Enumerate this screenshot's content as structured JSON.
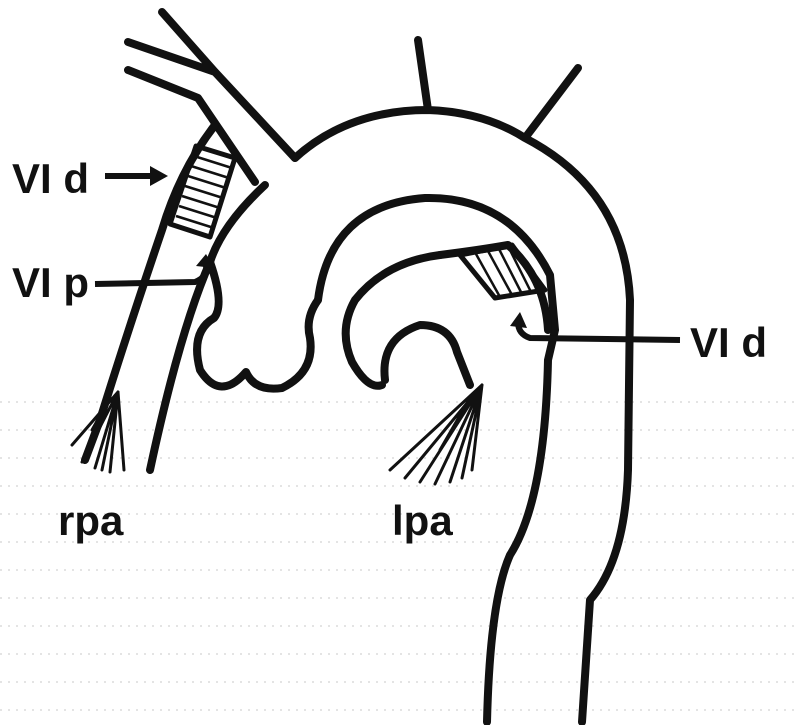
{
  "labels": {
    "vi_d_right": "VI d",
    "vi_p": "VI p",
    "vi_d_left": "VI d",
    "rpa": "rpa",
    "lpa": "lpa"
  },
  "colors": {
    "ink": "#111111",
    "background": "#ffffff",
    "background_dots": "#c9c9c9"
  }
}
